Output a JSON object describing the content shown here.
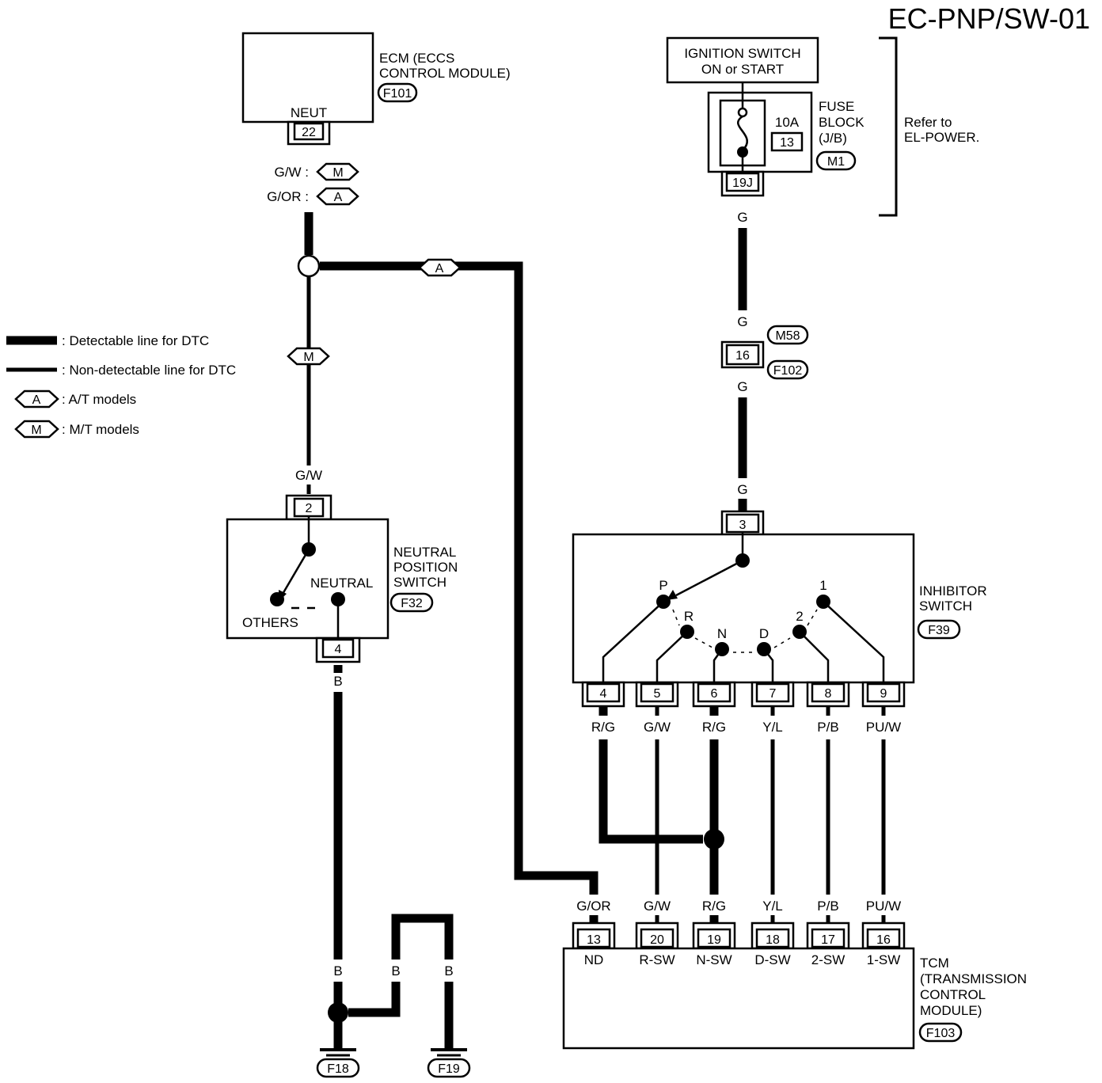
{
  "title": "EC-PNP/SW-01",
  "legend": {
    "detectable": ": Detectable line for DTC",
    "non_detectable": ": Non-detectable line for DTC",
    "at_tag": "A",
    "at_text": ": A/T models",
    "mt_tag": "M",
    "mt_text": ": M/T models"
  },
  "ecm": {
    "name_line1": "ECM (ECCS",
    "name_line2": "CONTROL MODULE)",
    "connector": "F101",
    "pin_label": "NEUT",
    "pin": "22",
    "wire_mt": "G/W :",
    "wire_at": "G/OR :",
    "tag_m": "M",
    "tag_a": "A"
  },
  "junction_tags": {
    "a": "A",
    "m": "M"
  },
  "neutral_switch": {
    "line1": "NEUTRAL",
    "line2": "POSITION",
    "line3": "SWITCH",
    "connector": "F32",
    "pin_top": "2",
    "pin_bottom": "4",
    "wire_top": "G/W",
    "wire_bottom": "B",
    "pos_neutral": "NEUTRAL",
    "pos_others": "OTHERS"
  },
  "ignition": {
    "line1": "IGNITION SWITCH",
    "line2": "ON or START"
  },
  "fuse": {
    "amps": "10A",
    "number": "13",
    "line1": "FUSE",
    "line2": "BLOCK",
    "line3": "(J/B)",
    "connector": "M1",
    "pin": "19J",
    "refer1": "Refer to",
    "refer2": "EL-POWER."
  },
  "g_wire": {
    "w1": "G",
    "w2": "G",
    "w3": "G",
    "w4": "G"
  },
  "joint": {
    "top": "M58",
    "pin": "16",
    "bottom": "F102"
  },
  "inhibitor": {
    "line1": "INHIBITOR",
    "line2": "SWITCH",
    "connector": "F39",
    "pin_in": "3",
    "positions": [
      "P",
      "R",
      "N",
      "D",
      "2",
      "1"
    ],
    "pins": [
      "4",
      "5",
      "6",
      "7",
      "8",
      "9"
    ],
    "wires": [
      "R/G",
      "G/W",
      "R/G",
      "Y/L",
      "P/B",
      "PU/W"
    ]
  },
  "tcm": {
    "line1": "TCM",
    "line2": "(TRANSMISSION",
    "line3": "CONTROL",
    "line4": "MODULE)",
    "connector": "F103",
    "wires": [
      "G/OR",
      "G/W",
      "R/G",
      "Y/L",
      "P/B",
      "PU/W"
    ],
    "pins": [
      "13",
      "20",
      "19",
      "18",
      "17",
      "16"
    ],
    "terminals": [
      "ND",
      "R-SW",
      "N-SW",
      "D-SW",
      "2-SW",
      "1-SW"
    ]
  },
  "ground": {
    "wire1": "B",
    "wire2": "B",
    "wire3": "B",
    "g1": "F18",
    "g2": "F19"
  }
}
